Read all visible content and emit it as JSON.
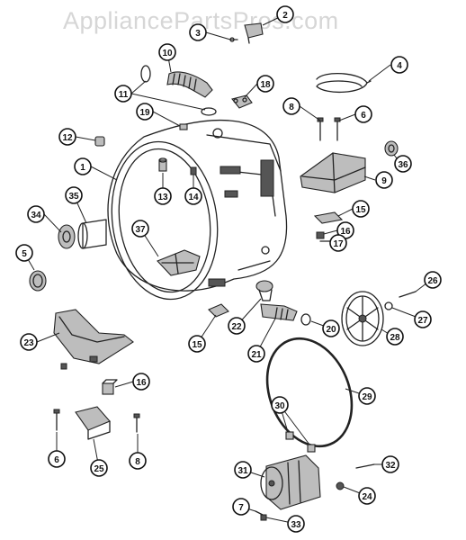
{
  "watermark": "AppliancePartsPros.com",
  "callouts": [
    {
      "id": "c1",
      "label": "1"
    },
    {
      "id": "c2",
      "label": "2"
    },
    {
      "id": "c3",
      "label": "3"
    },
    {
      "id": "c4",
      "label": "4"
    },
    {
      "id": "c5",
      "label": "5"
    },
    {
      "id": "c6a",
      "label": "6"
    },
    {
      "id": "c6b",
      "label": "6"
    },
    {
      "id": "c7",
      "label": "7"
    },
    {
      "id": "c8a",
      "label": "8"
    },
    {
      "id": "c8b",
      "label": "8"
    },
    {
      "id": "c9",
      "label": "9"
    },
    {
      "id": "c10",
      "label": "10"
    },
    {
      "id": "c11",
      "label": "11"
    },
    {
      "id": "c12",
      "label": "12"
    },
    {
      "id": "c13",
      "label": "13"
    },
    {
      "id": "c14",
      "label": "14"
    },
    {
      "id": "c15a",
      "label": "15"
    },
    {
      "id": "c15b",
      "label": "15"
    },
    {
      "id": "c16a",
      "label": "16"
    },
    {
      "id": "c16b",
      "label": "16"
    },
    {
      "id": "c17",
      "label": "17"
    },
    {
      "id": "c18",
      "label": "18"
    },
    {
      "id": "c19",
      "label": "19"
    },
    {
      "id": "c20",
      "label": "20"
    },
    {
      "id": "c21",
      "label": "21"
    },
    {
      "id": "c22",
      "label": "22"
    },
    {
      "id": "c23",
      "label": "23"
    },
    {
      "id": "c24",
      "label": "24"
    },
    {
      "id": "c25",
      "label": "25"
    },
    {
      "id": "c26",
      "label": "26"
    },
    {
      "id": "c27",
      "label": "27"
    },
    {
      "id": "c28",
      "label": "28"
    },
    {
      "id": "c29",
      "label": "29"
    },
    {
      "id": "c30",
      "label": "30"
    },
    {
      "id": "c31",
      "label": "31"
    },
    {
      "id": "c32",
      "label": "32"
    },
    {
      "id": "c33",
      "label": "33"
    },
    {
      "id": "c34",
      "label": "34"
    },
    {
      "id": "c35",
      "label": "35"
    },
    {
      "id": "c36",
      "label": "36"
    },
    {
      "id": "c37",
      "label": "37"
    }
  ]
}
